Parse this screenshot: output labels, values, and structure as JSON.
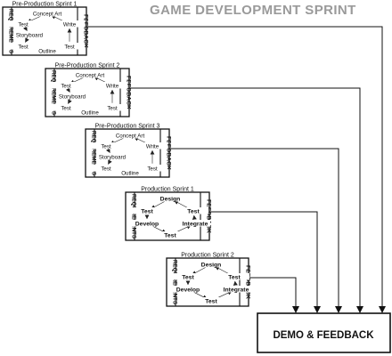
{
  "title": "GAME DEVELOPMENT SPRINT",
  "side_labels": {
    "left": "REQUIREMENTS",
    "right": "FEEDBACK"
  },
  "sprints": [
    {
      "label": "Pre-Production Sprint 1",
      "kind": "pre",
      "nodes": [
        "Concept Art",
        "Test",
        "Write",
        "Storyboard",
        "Test",
        "Test",
        "Outline"
      ]
    },
    {
      "label": "Pre-Production Sprint 2",
      "kind": "pre",
      "nodes": [
        "Concept Art",
        "Test",
        "Write",
        "Storyboard",
        "Test",
        "Test",
        "Outline"
      ]
    },
    {
      "label": "Pre-Production Sprint 3",
      "kind": "pre",
      "nodes": [
        "Concept Art",
        "Test",
        "Write",
        "Storyboard",
        "Test",
        "Test",
        "Outline"
      ]
    },
    {
      "label": "Production Sprint 1",
      "kind": "prod",
      "nodes": [
        "Design",
        "Test",
        "Test",
        "Develop",
        "Integrate",
        "Test"
      ]
    },
    {
      "label": "Production Sprint 2",
      "kind": "prod",
      "nodes": [
        "Design",
        "Test",
        "Test",
        "Develop",
        "Integrate",
        "Test"
      ]
    }
  ],
  "demo_box": {
    "label": "DEMO & FEEDBACK"
  }
}
